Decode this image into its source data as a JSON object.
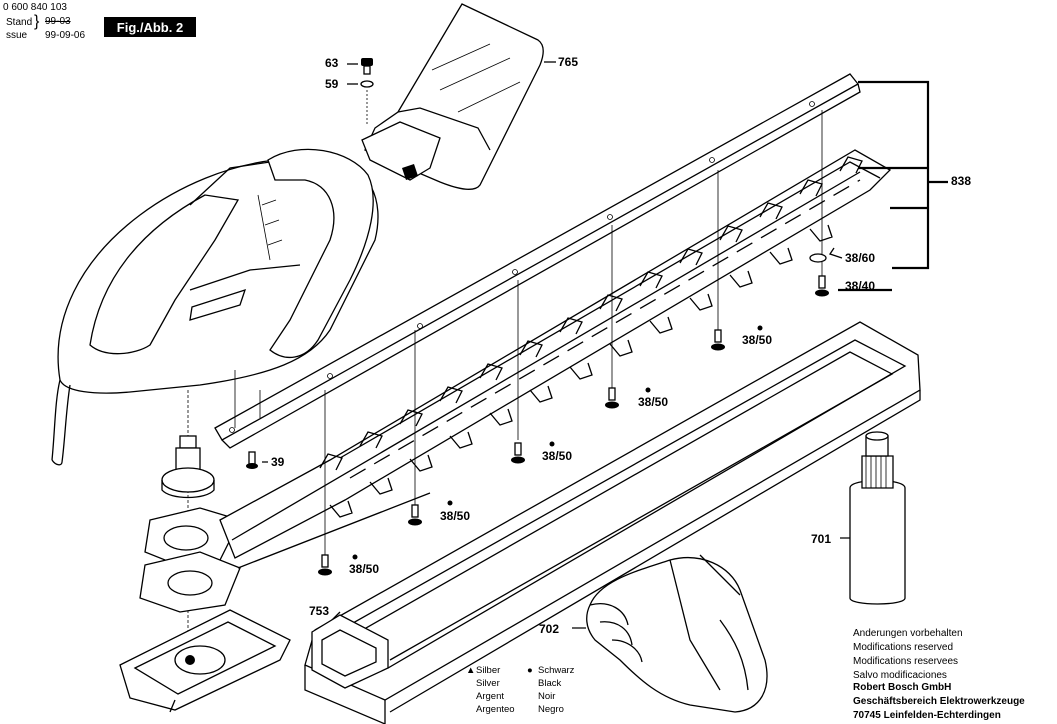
{
  "header": {
    "doc_number": "0 600 840 103",
    "stand_label": "Stand",
    "issue_label": "ssue",
    "date_old": "99-03",
    "date_new": "99-09-06",
    "figure": "Fig./Abb. 2"
  },
  "parts": {
    "p63": "63",
    "p59": "59",
    "p765": "765",
    "p838": "838",
    "p38_60": "38/60",
    "p38_40": "38/40",
    "p38_50a": "38/50",
    "p38_50b": "38/50",
    "p38_50c": "38/50",
    "p38_50d": "38/50",
    "p38_50e": "38/50",
    "p39": "39",
    "p701": "701",
    "p753": "753",
    "p702": "702"
  },
  "legend": {
    "silver": [
      "Silber",
      "Silver",
      "Argent",
      "Argenteo"
    ],
    "black": [
      "Schwarz",
      "Black",
      "Noir",
      "Negro"
    ]
  },
  "notes": {
    "lines": [
      "Anderungen vorbehalten",
      "Modifications reserved",
      "Modifications reservees",
      "Salvo modificaciones"
    ],
    "company": [
      "Robert Bosch GmbH",
      "Geschäftsbereich Elektrowerkzeuge",
      "70745 Leinfelden-Echterdingen"
    ]
  }
}
